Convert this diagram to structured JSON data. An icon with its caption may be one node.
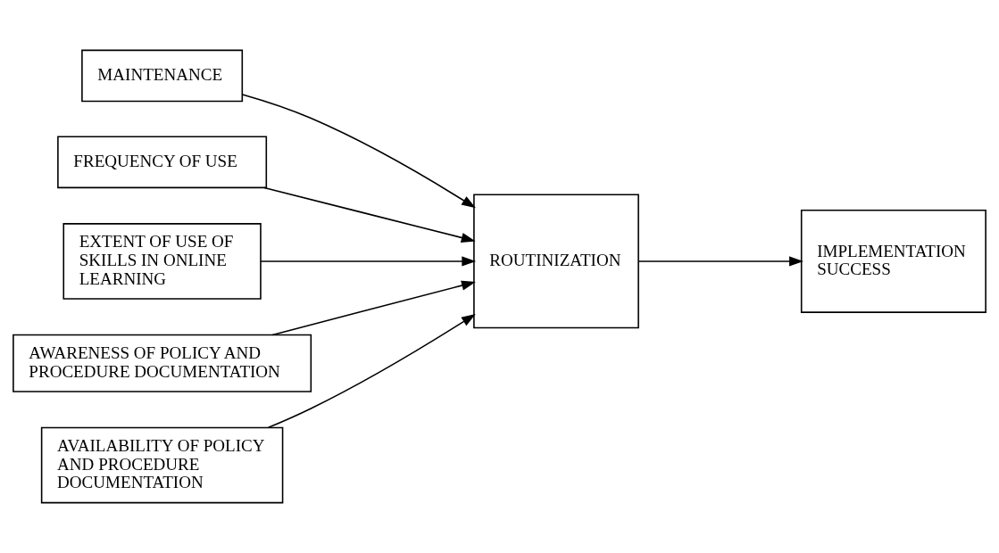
{
  "diagram": {
    "nodes": [
      {
        "text": [
          "MAINTENANCE"
        ]
      },
      {
        "text": [
          "FREQUENCY OF USE"
        ]
      },
      {
        "text": [
          "EXTENT OF USE OF SKILLS IN ONLINE LEARNING"
        ]
      },
      {
        "text": [
          "AWARENESS OF POLICY AND PROCEDURE DOCUMENTATION"
        ]
      },
      {
        "text": [
          "AVAILABILITY OF POLICY AND PROCEDURE DOCUMENTATION"
        ]
      },
      {
        "text": [
          "ROUTINIZATION"
        ]
      },
      {
        "text": [
          "IMPLEMENTATION SUCCESS"
        ]
      }
    ],
    "edges": [
      {
        "from": 0,
        "to": 5,
        "arrow": "to"
      },
      {
        "from": 1,
        "to": 5,
        "arrow": "to"
      },
      {
        "from": 2,
        "to": 5,
        "arrow": "to"
      },
      {
        "from": 3,
        "to": 5,
        "arrow": "to"
      },
      {
        "from": 4,
        "to": 5,
        "arrow": "to"
      },
      {
        "from": 5,
        "to": 6,
        "arrow": "to"
      }
    ]
  }
}
